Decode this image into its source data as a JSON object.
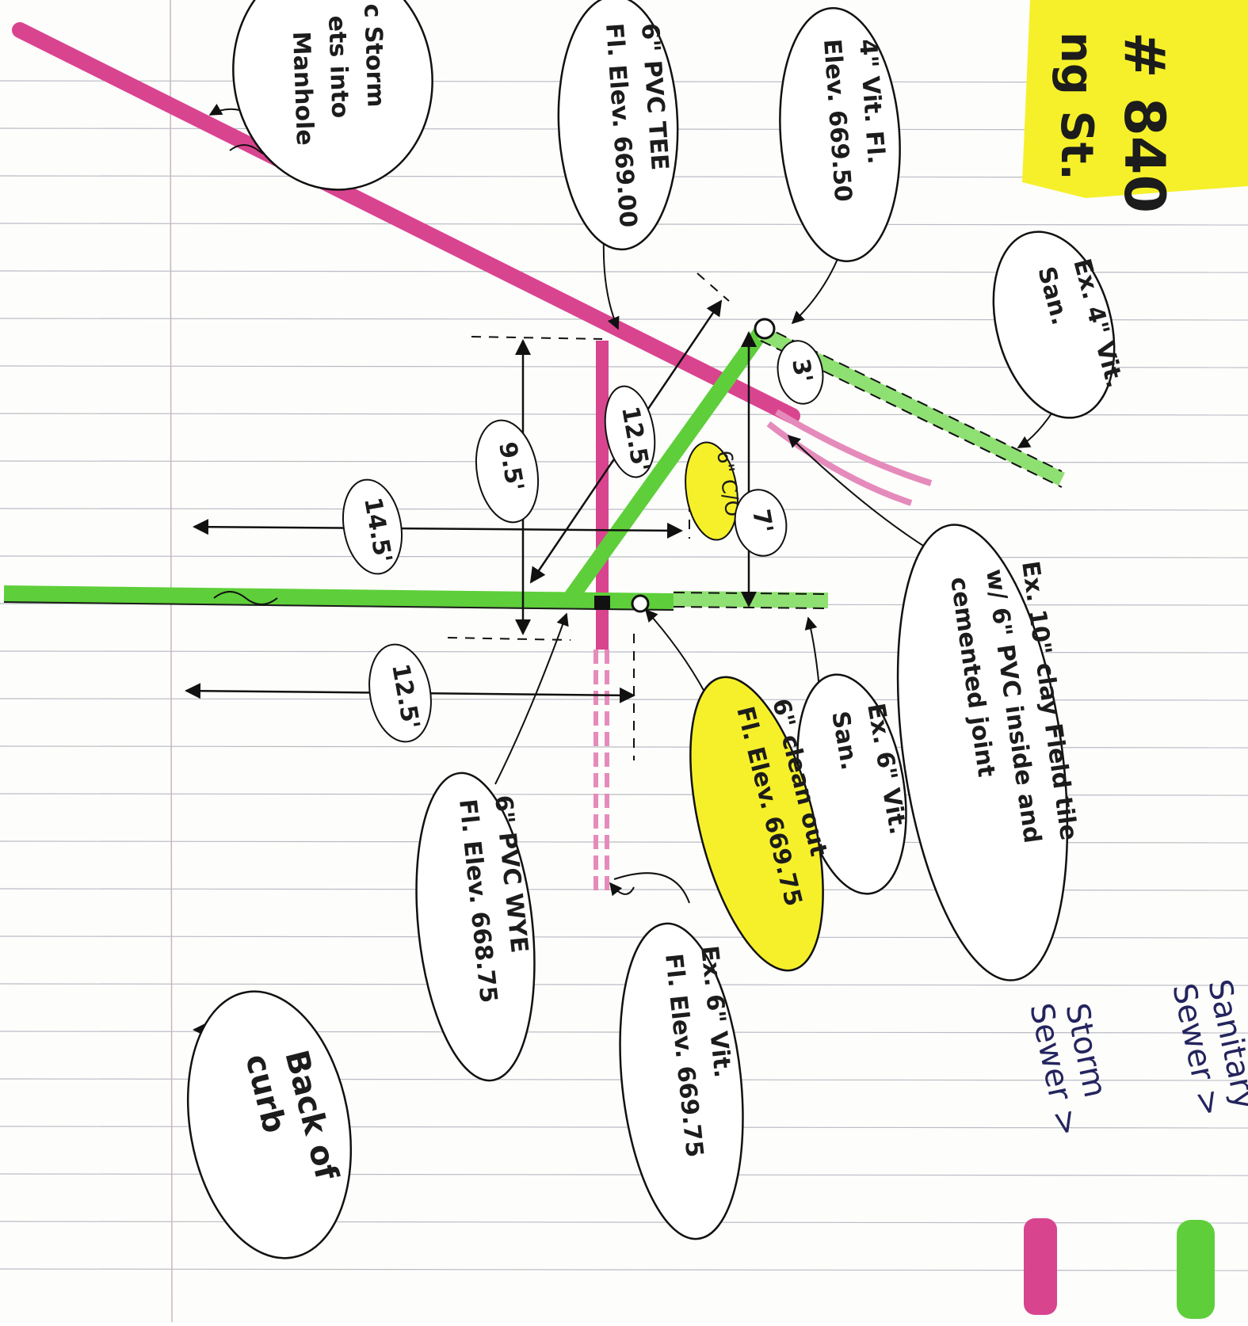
{
  "header": {
    "address_number": "# 840",
    "street_fragment": "ng St."
  },
  "callouts": {
    "storm_manhole": {
      "line1": "c Storm",
      "line2": "ets into",
      "line3": "Manhole"
    },
    "pvc_tee": {
      "line1": "6\" PVC TEE",
      "line2": "Fl. Elev. 669.00"
    },
    "vit_fl": {
      "line1": "4\" Vit. Fl.",
      "line2": "Elev. 669.50"
    },
    "ex4_san": {
      "line1": "Ex. 4\" Vit.",
      "line2": "San."
    },
    "clay_tile": {
      "line1": "Ex. 10\" clay Field tile",
      "line2": "w/ 6\" PVC inside and",
      "line3": "cemented joint"
    },
    "ex6_san": {
      "line1": "Ex. 6\" Vit.",
      "line2": "San."
    },
    "cleanout": {
      "line1": "6\" clean out",
      "line2": "Fl. Elev. 669.75"
    },
    "ex6_vit": {
      "line1": "Ex. 6\" Vit.",
      "line2": "Fl. Elev. 669.75"
    },
    "pvc_wye": {
      "line1": "6\" PVC WYE",
      "line2": "Fl. Elev. 668.75"
    },
    "back_of_curb": {
      "line1": "Back of",
      "line2": "curb"
    },
    "co_small": "6\" C/O"
  },
  "dimensions": {
    "d_3": "3'",
    "d_7": "7'",
    "d_12_5_diag": "12.5'",
    "d_9_5": "9.5'",
    "d_14_5": "14.5'",
    "d_12_5": "12.5'"
  },
  "legend": {
    "sanitary_line1": "Sanitary",
    "sanitary_line2": "Sewer >",
    "storm_line1": "Storm",
    "storm_line2": "Sewer >",
    "sanitary_color": "#5ecf3a",
    "storm_color": "#d9448f"
  },
  "colors": {
    "highlight": "#f6f02a",
    "sanitary": "#5ecf3a",
    "storm": "#d9448f"
  }
}
